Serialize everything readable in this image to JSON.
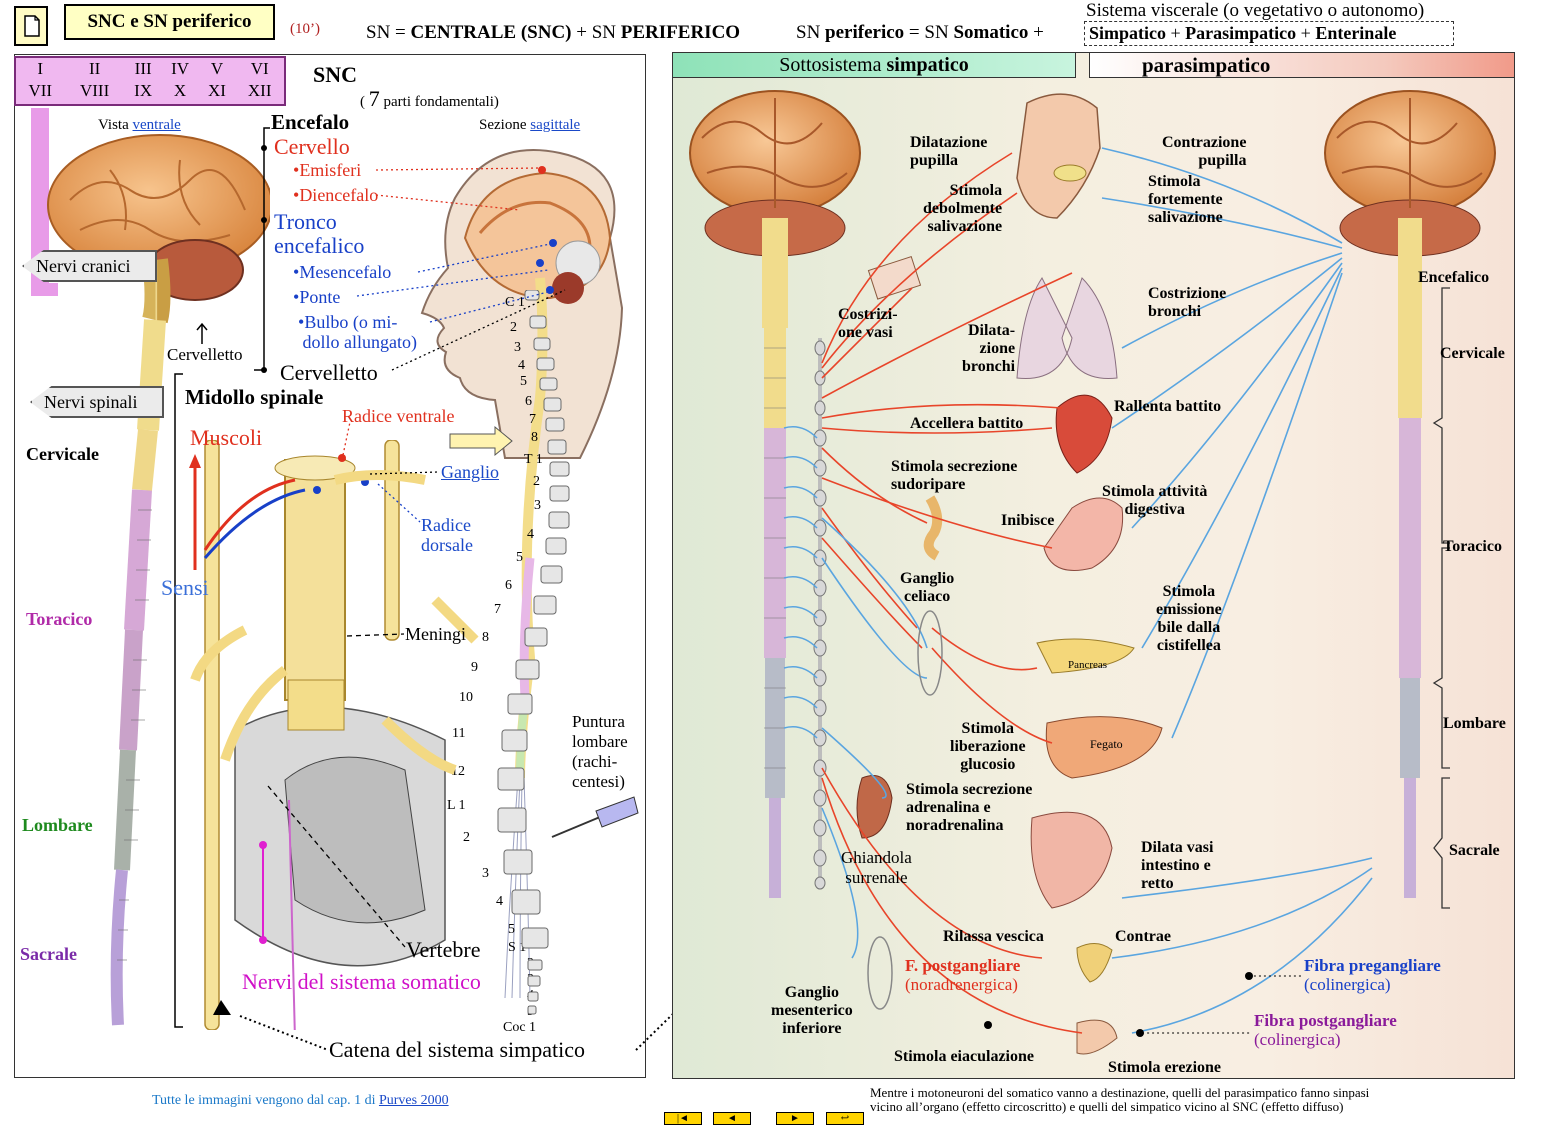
{
  "header": {
    "slide_label": "SNC e SN periferico",
    "duration": "(10’)",
    "eq_prefix": "SN = ",
    "eq_central": "CENTRALE (SNC)",
    "eq_plus": " + SN ",
    "eq_periph": "PERIFERICO",
    "eq2_prefix": "SN ",
    "eq2_periph": "periferico",
    "eq2_eq": " = SN ",
    "eq2_som": "Somatico",
    "eq2_plus": " + ",
    "visceral_title": "Sistema viscerale (o vegetativo  o autonomo)",
    "visceral_parts": [
      "Simpatico",
      "Parasimpatico",
      "Enterinale"
    ]
  },
  "left": {
    "cranial_numerals": [
      [
        "I",
        "II",
        "III",
        "IV",
        "V",
        "VI"
      ],
      [
        "VII",
        "VIII",
        "IX",
        "X",
        "XI",
        "XII"
      ]
    ],
    "snc_title": "SNC",
    "snc_sub_num": "7",
    "snc_sub": " parti fondamentali)",
    "snc_sub_open": "( ",
    "view_ventral_prefix": "Vista ",
    "view_ventral_link": "ventrale",
    "section_prefix": "Sezione ",
    "section_link": "sagittale",
    "encefalo": "Encefalo",
    "cervello": "Cervello",
    "emisferi": "Emisferi",
    "diencefalo": "Diencefalo",
    "tronco": "Tronco",
    "encefalico": "encefalico",
    "mesencefalo": "Mesencefalo",
    "ponte": "Ponte",
    "bulbo": "Bulbo     (o mi-",
    "bulbo2": "dollo allungato)",
    "cervelletto_big": "Cervelletto",
    "cervelletto_small": "Cervelletto",
    "nervi_cranici": "Nervi cranici",
    "nervi_spinali": "Nervi spinali",
    "midollo": "Midollo spinale",
    "radice_ventrale": "Radice ventrale",
    "muscoli": "Muscoli",
    "ganglio": "Ganglio",
    "radice_dorsale": "Radice",
    "radice_dorsale2": "dorsale",
    "sensi": "Sensi",
    "meningi": "Meningi",
    "vertebre": "Vertebre",
    "nervi_somatico": "Nervi del sistema somatico",
    "catena": "Catena  del sistema simpatico",
    "puntura": [
      "Puntura",
      "lombare",
      "(rachi-",
      "centesi)"
    ],
    "regions": {
      "cervicale": "Cervicale",
      "toracico": "Toracico",
      "lombare": "Lombare",
      "sacrale": "Sacrale"
    },
    "vertebra_labels": [
      "C 1",
      "2",
      "3",
      "4",
      "5",
      "6",
      "7",
      "8",
      "T 1",
      "2",
      "3",
      "4",
      "5",
      "6",
      "7",
      "8",
      "9",
      "10",
      "11",
      "12",
      "L 1",
      "2",
      "3",
      "4",
      "5",
      "S 1",
      "2",
      "3",
      "4",
      "5",
      "Coc 1"
    ],
    "footer_prefix": "Tutte le immagini vengono dal cap. 1 di ",
    "footer_link": "Purves 2000"
  },
  "right": {
    "simp_head_pre": "Sottosistema ",
    "simp_head_b": "simpatico",
    "para_head": "parasimpatico",
    "labels": {
      "dilatazione": "Dilatazione\npupilla",
      "stimola_deb": "Stimola\ndebolmente\nsalivazione",
      "contrazione": "Contrazione\npupilla",
      "stimola_fort": "Stimola\nfortemente\nsalivazione",
      "costrizi": "Costrizi-\none vasi",
      "dilata_bronchi": "Dilata-\nzione\nbronchi",
      "costrizione_bronchi": "Costrizione\nbronchi",
      "accellera": "Accellera battito",
      "rallenta": "Rallenta battito",
      "sudoripare": "Stimola secrezione\nsudoripare",
      "digestiva": "Stimola attività\ndigestiva",
      "inibisce": "Inibisce",
      "celiaco": "Ganglio\nceliaco",
      "bile": "Stimola\nemissione\nbile dalla\ncistifellea",
      "pancreas": "Pancreas",
      "glucosio": "Stimola\nliberazione\nglucosio",
      "fegato": "Fegato",
      "adrenalina": "Stimola secrezione\nadrenalina e\nnoradrenalina",
      "surrenale": "Ghiandola\nsurrenale",
      "dilata_vasi": "Dilata vasi\nintestino e\nretto",
      "rilassa": "Rilassa vescica",
      "contrae": "Contrae",
      "postgang": "F. postgangliare",
      "noradr": "(noradrenergica)",
      "mesenterico": "Ganglio\nmesenterico\ninferiore",
      "eiaculazione": "Stimola eiaculazione",
      "erezione": "Stimola erezione",
      "pregang": "Fibra pregangliare",
      "pregang_sub": "(colinergica)",
      "postgang2": "Fibra postgangliare",
      "postgang2_sub": "(colinergica)",
      "encefalico": "Encefalico",
      "cervicale": "Cervicale",
      "toracico": "Toracico",
      "lombare": "Lombare",
      "sacrale": "Sacrale"
    },
    "footer_note": "Mentre i motoneuroni del somatico vanno a destinazione, quelli del parasimpatico fanno sinpasi\nvicino all’organo (effetto circoscritto) e quelli del simpatico vicino al SNC (effetto diffuso)"
  },
  "colors": {
    "symp": "#e8452a",
    "para": "#5aa5e0",
    "label_red": "#e0301e",
    "label_blue": "#1840c8"
  },
  "nav": [
    "first-icon",
    "prev-icon",
    "next-icon",
    "return-icon"
  ]
}
